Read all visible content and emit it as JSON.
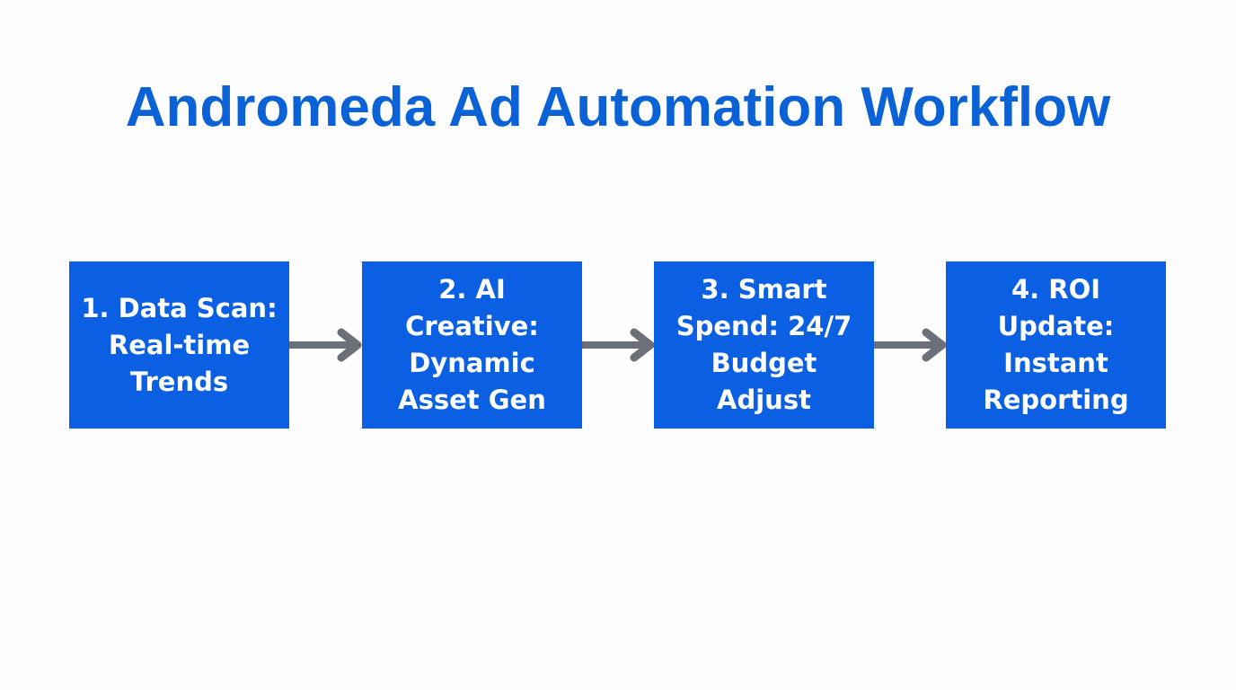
{
  "title": "Andromeda Ad Automation Workflow",
  "colors": {
    "title": "#0a62d6",
    "box_fill": "#0a5fe3",
    "box_text": "#ffffff",
    "arrow": "#6b7079",
    "background": "#fdfdfd"
  },
  "steps": [
    {
      "label": "1. Data Scan:\nReal-time\nTrends"
    },
    {
      "label": "2. AI\nCreative:\nDynamic\nAsset Gen"
    },
    {
      "label": "3. Smart\nSpend: 24/7\nBudget\nAdjust"
    },
    {
      "label": "4. ROI\nUpdate:\nInstant\nReporting"
    }
  ],
  "connectors": [
    {
      "from": 1,
      "to": 2,
      "icon": "arrow-right-icon"
    },
    {
      "from": 2,
      "to": 3,
      "icon": "arrow-right-icon"
    },
    {
      "from": 3,
      "to": 4,
      "icon": "arrow-right-icon"
    }
  ]
}
